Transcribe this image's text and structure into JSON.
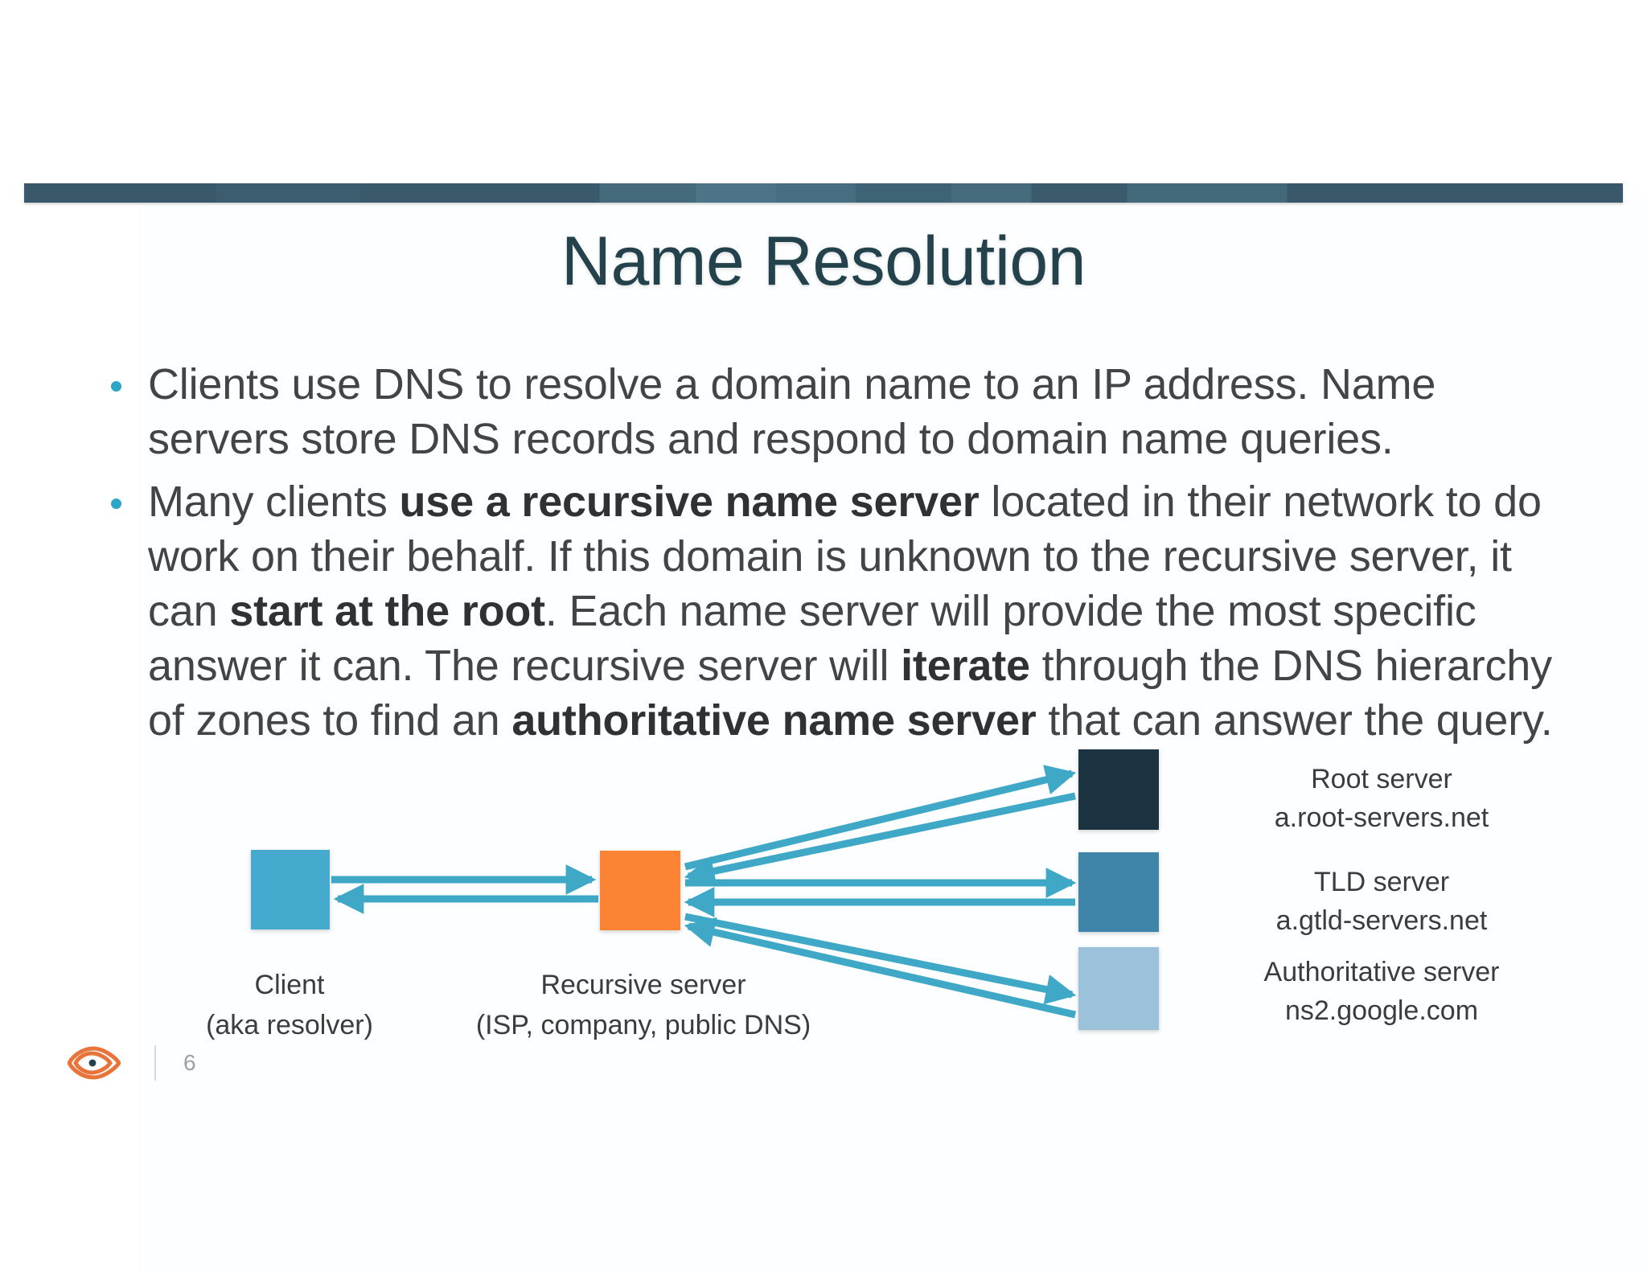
{
  "slide": {
    "title": "Name Resolution",
    "page_number": "6",
    "accent_bar_color": "#39586a",
    "title_color": "#23424c",
    "logo_icon": "eye-logo-icon",
    "logo_color": "#e8743b"
  },
  "bullets": [
    {
      "marker_color": "#2ba6c6",
      "segments": [
        {
          "text": "Clients use DNS to resolve a domain name to an IP address. Name servers store DNS records and respond to domain name queries.",
          "bold": false
        }
      ]
    },
    {
      "marker_color": "#2ba6c6",
      "segments": [
        {
          "text": "Many clients ",
          "bold": false
        },
        {
          "text": "use a recursive name server",
          "bold": true
        },
        {
          "text": " located in their network to do work on their behalf. If this domain is unknown to the recursive server, it can ",
          "bold": false
        },
        {
          "text": "start at the root",
          "bold": true
        },
        {
          "text": ". Each name server will provide the most specific answer it can. The recursive server will ",
          "bold": false
        },
        {
          "text": "iterate",
          "bold": true
        },
        {
          "text": " through the DNS hierarchy of zones to find an ",
          "bold": false
        },
        {
          "text": "authoritative name server",
          "bold": true
        },
        {
          "text": " that can answer the query.",
          "bold": false
        }
      ]
    }
  ],
  "diagram": {
    "arrow_color": "#3fa8c6",
    "nodes": {
      "client": {
        "color": "#45aacd",
        "caption_line1": "Client",
        "caption_line2": "(aka resolver)"
      },
      "recursive": {
        "color": "#fb8434",
        "caption_line1": "Recursive server",
        "caption_line2": "(ISP, company, public DNS)"
      },
      "root": {
        "color": "#1c3342",
        "caption_line1": "Root server",
        "caption_line2": "a.root-servers.net"
      },
      "tld": {
        "color": "#3e85a9",
        "caption_line1": "TLD server",
        "caption_line2": "a.gtld-servers.net"
      },
      "authoritative": {
        "color": "#9cc1da",
        "caption_line1": "Authoritative server",
        "caption_line2": "ns2.google.com"
      }
    }
  }
}
